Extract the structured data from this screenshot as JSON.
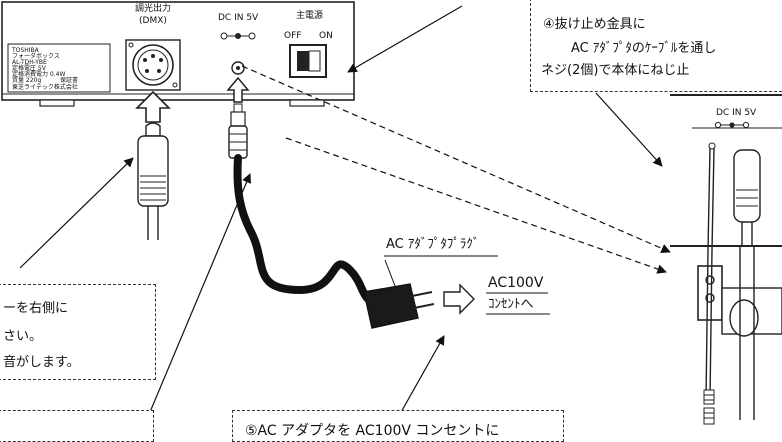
{
  "device": {
    "dmx_label": "調光出力\n(DMX)",
    "dc_in_label": "DC IN 5V",
    "power_label": "主電源",
    "off_label": "OFF",
    "on_label": "ON",
    "nameplate": [
      "TOSHIBA",
      "フォーダボックス",
      "AL-TDH-YBE",
      "定格電圧 5V",
      "定格消費電力 0.4W",
      "質量 220g",
      "保証書",
      "東芝ライテック株式会社"
    ]
  },
  "adapter": {
    "plug_label": "AC ｱﾀﾞﾌﾟﾀﾌﾟﾗｸﾞ",
    "outlet_line1": "AC100V",
    "outlet_line2": "ｺﾝｾﾝﾄへ"
  },
  "notes": {
    "step4_line1": "④抜け止め金具に",
    "step4_line2": "AC ｱﾀﾞﾌﾟﾀのｹｰﾌﾞﾙを通し",
    "step4_line3": "ネジ(2個)で本体にねじ止",
    "dmx_line1": "ーを右側に",
    "dmx_line2": "さい。",
    "dmx_line3": "音がします。",
    "step5_line1": "⑤AC アダプタを AC100V コンセントに"
  },
  "detail": {
    "dc_in_label": "DC IN 5V"
  },
  "colors": {
    "line": "#222222",
    "panel_fill": "#ffffff",
    "cable": "#111111"
  }
}
